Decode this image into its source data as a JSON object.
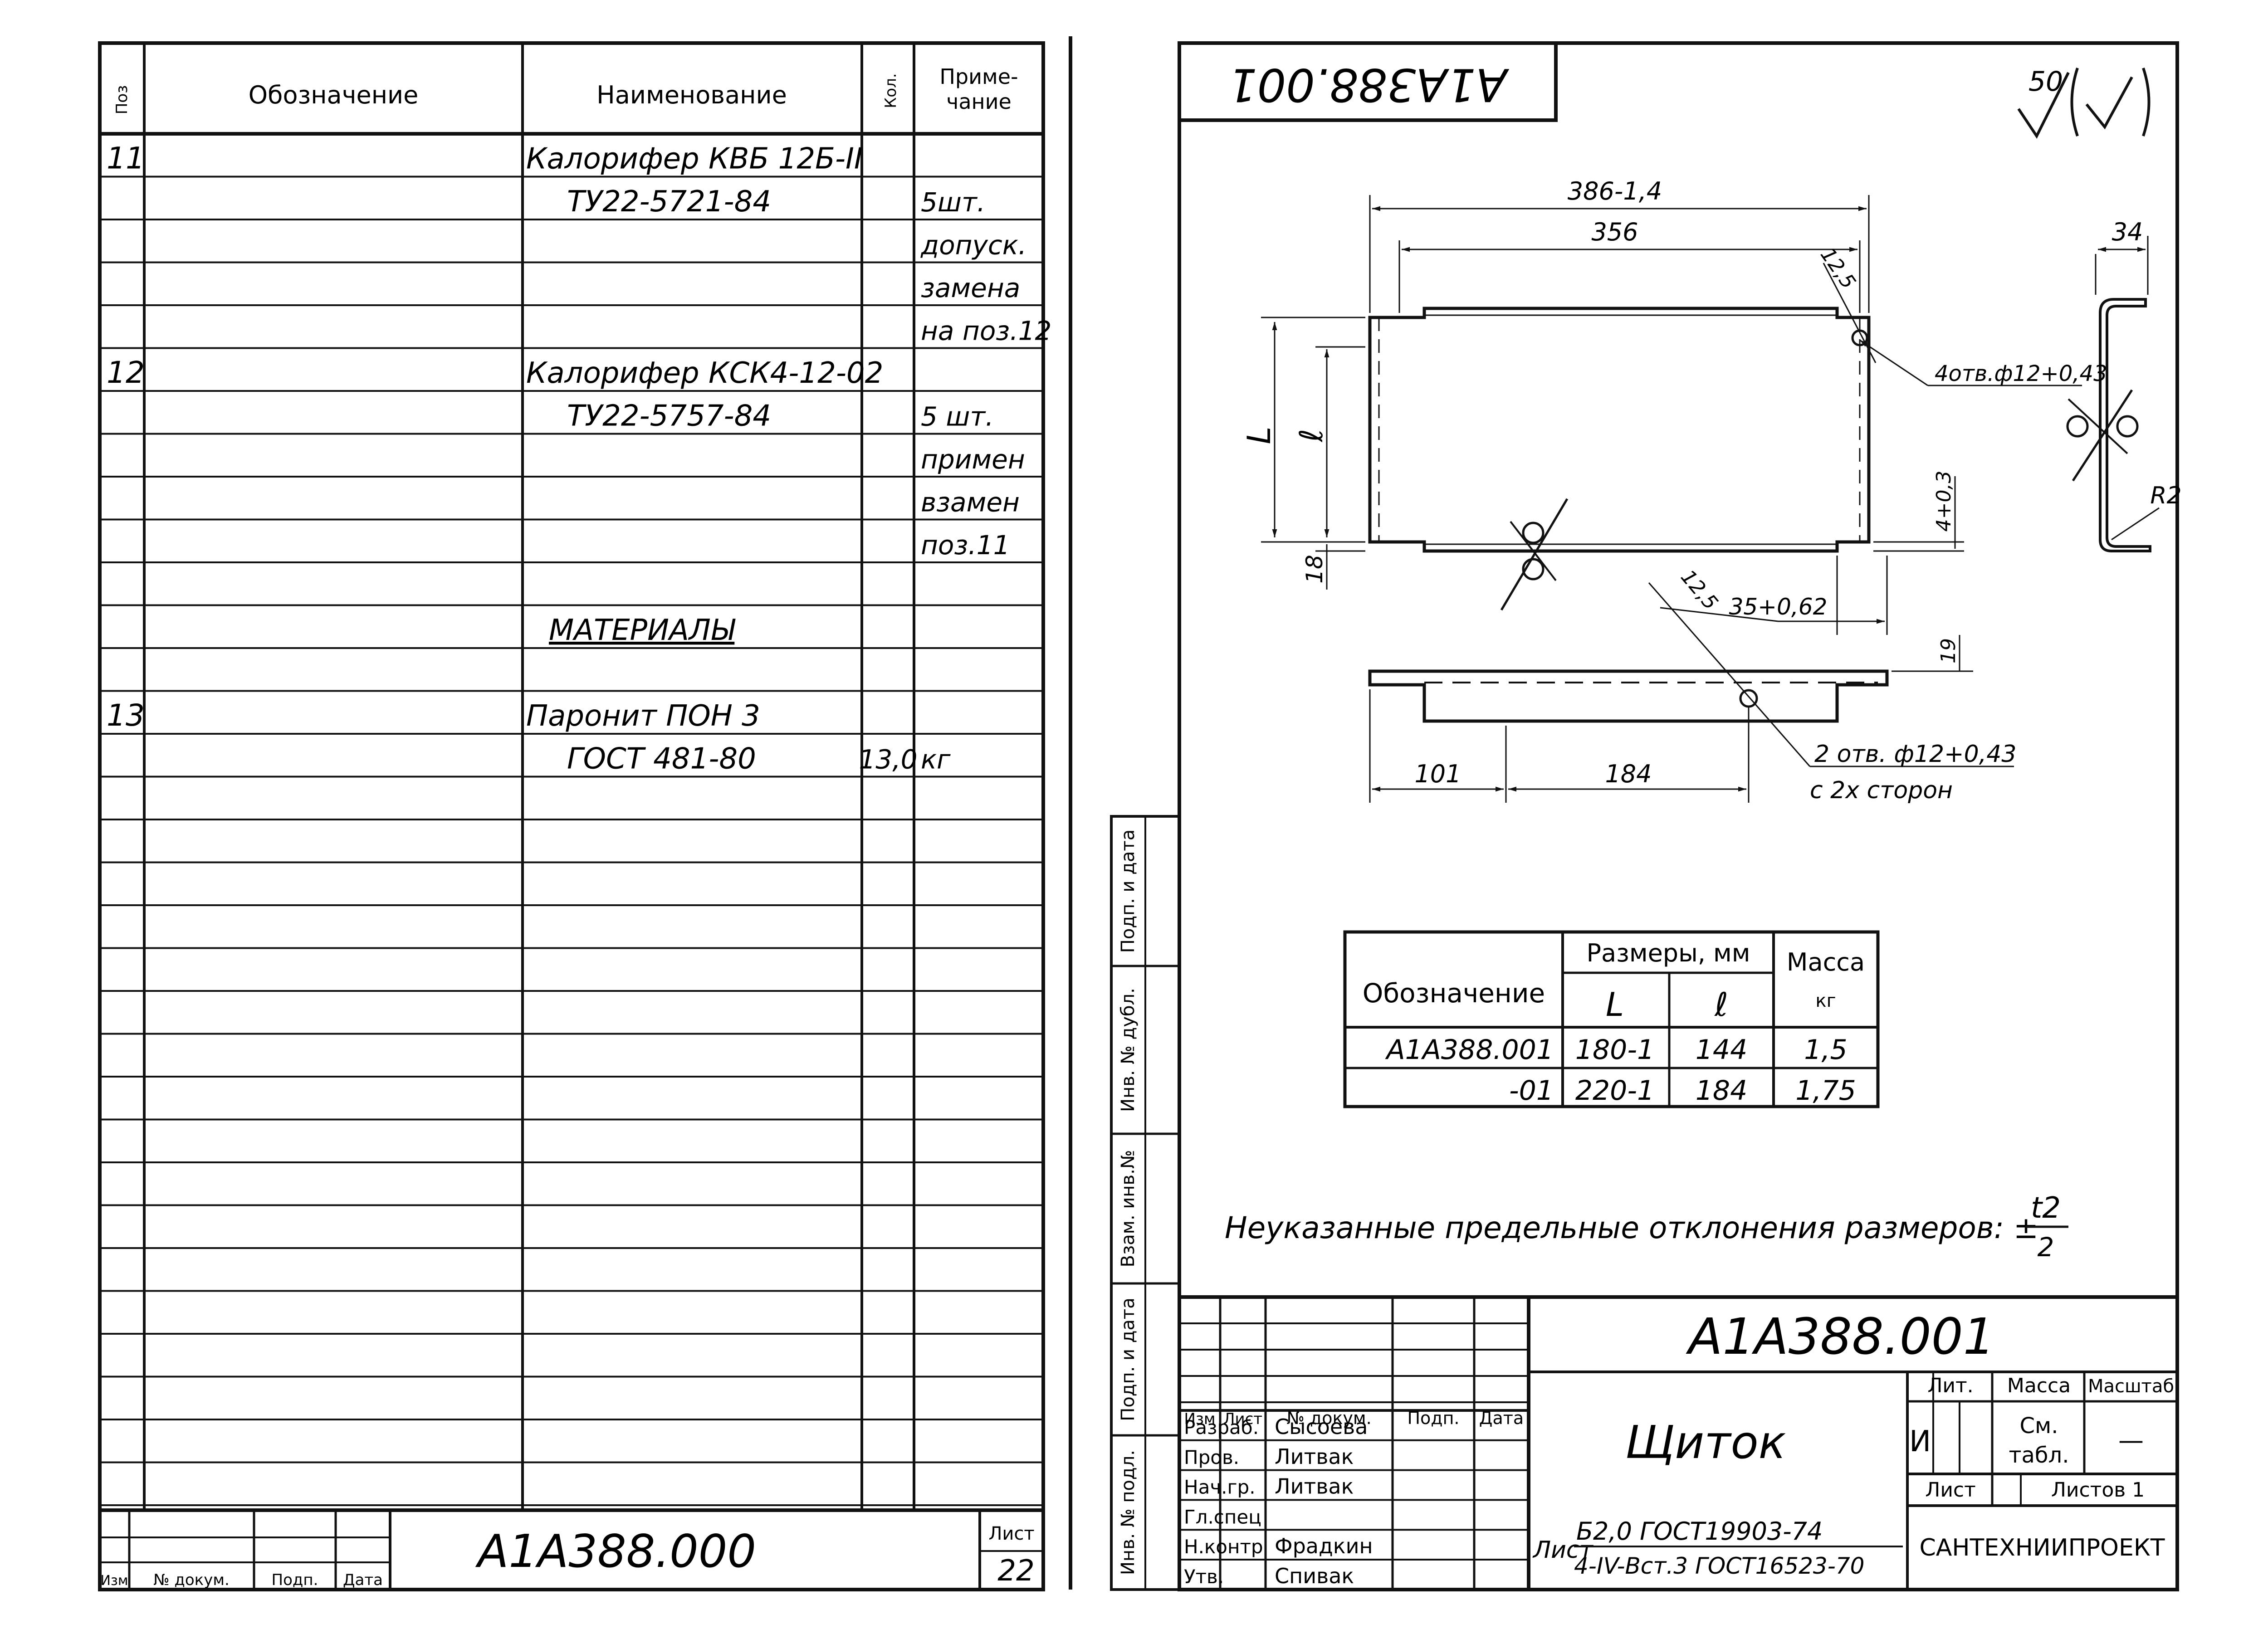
{
  "left_sheet": {
    "headers": {
      "pos": "Поз",
      "designation": "Обозначение",
      "name": "Наименование",
      "qty": "Кол.",
      "note_line1": "Приме-",
      "note_line2": "чание"
    },
    "rows": [
      {
        "pos": "11",
        "name": "Калорифер КВБ 12Б-II",
        "qty": "",
        "note": ""
      },
      {
        "pos": "",
        "name": "ТУ22-5721-84",
        "qty": "",
        "note": "5шт."
      },
      {
        "pos": "",
        "name": "",
        "qty": "",
        "note": "допуск."
      },
      {
        "pos": "",
        "name": "",
        "qty": "",
        "note": "замена"
      },
      {
        "pos": "",
        "name": "",
        "qty": "",
        "note": "на поз.12"
      },
      {
        "pos": "12",
        "name": "Калорифер КСК4-12-02",
        "qty": "",
        "note": ""
      },
      {
        "pos": "",
        "name": "ТУ22-5757-84",
        "qty": "",
        "note": "5 шт."
      },
      {
        "pos": "",
        "name": "",
        "qty": "",
        "note": "примен"
      },
      {
        "pos": "",
        "name": "",
        "qty": "",
        "note": "взамен"
      },
      {
        "pos": "",
        "name": "",
        "qty": "",
        "note": "поз.11"
      },
      {
        "pos": "",
        "name": "",
        "qty": "",
        "note": ""
      },
      {
        "pos": "",
        "name": "МАТЕРИАЛЫ",
        "qty": "",
        "note": ""
      },
      {
        "pos": "",
        "name": "",
        "qty": "",
        "note": ""
      },
      {
        "pos": "13",
        "name": "Паронит ПОН 3",
        "qty": "",
        "note": ""
      },
      {
        "pos": "",
        "name": "ГОСТ 481-80",
        "qty": "13,0",
        "note": "кг"
      }
    ],
    "title_block": {
      "code": "А1А388.000",
      "sheet_label": "Лист",
      "sheet_no": "22",
      "col_izm": "Изм",
      "col_doc": "№ докум.",
      "col_sign": "Подп.",
      "col_date": "Дата"
    }
  },
  "right_sheet": {
    "code_inverted": "А1А388.001",
    "roughness": "50",
    "dimensions": {
      "overall": "386-1,4",
      "inner": "356",
      "right_depth": "34",
      "corner": "12,5",
      "holes": "4отв.ф12+0,43",
      "L": "L",
      "l": "ℓ",
      "d18": "18",
      "tol": "4+0,3",
      "r": "R2",
      "corner2": "12,5",
      "slot": "35+0,62",
      "d19": "19",
      "d101": "101",
      "d184": "184",
      "holes2_line1": "2 отв. ф12+0,43",
      "holes2_line2": "с 2х сторон"
    },
    "table": {
      "h_designation": "Обозначение",
      "h_dims": "Размеры, мм",
      "h_mass": "Масса",
      "h_L": "L",
      "h_l": "ℓ",
      "h_kg": "кг",
      "rows": [
        {
          "designation": "А1А388.001",
          "L": "180-1",
          "l": "144",
          "mass": "1,5"
        },
        {
          "designation": "-01",
          "L": "220-1",
          "l": "184",
          "mass": "1,75"
        }
      ]
    },
    "note_text": "Неуказанные предельные отклонения размеров: ±",
    "note_frac_top": "t2",
    "note_frac_bot": "2",
    "side_stamps": [
      "Подп. и дата",
      "Инв. № дубл.",
      "Взам. инв.№",
      "Подп. и дата",
      "Инв. № подл."
    ],
    "title_block": {
      "code": "А1А388.001",
      "name": "Щиток",
      "col_izm": "Изм",
      "col_list": "Лист",
      "col_doc": "№ докум.",
      "col_sign": "Подп.",
      "col_date": "Дата",
      "roles": [
        {
          "role": "Разраб.",
          "person": "Сысоева"
        },
        {
          "role": "Пров.",
          "person": "Литвак"
        },
        {
          "role": "Нач.гр.",
          "person": "Литвак"
        },
        {
          "role": "Гл.спец",
          "person": ""
        },
        {
          "role": "Н.контр",
          "person": "Фрадкин"
        },
        {
          "role": "Утв.",
          "person": "Спивак"
        }
      ],
      "lit_label": "Лит.",
      "mass_label": "Масса",
      "scale_label": "Масштаб",
      "lit_value": "И",
      "mass_value_line1": "См.",
      "mass_value_line2": "табл.",
      "scale_value": "—",
      "sheet_label": "Лист",
      "sheets_label": "Листов 1",
      "material_prefix": "Лист",
      "material_top": "Б2,0 ГОСТ19903-74",
      "material_bottom": "4-IV-Вст.3 ГОСТ16523-70",
      "org": "САНТЕХНИИПРОЕКТ"
    }
  }
}
